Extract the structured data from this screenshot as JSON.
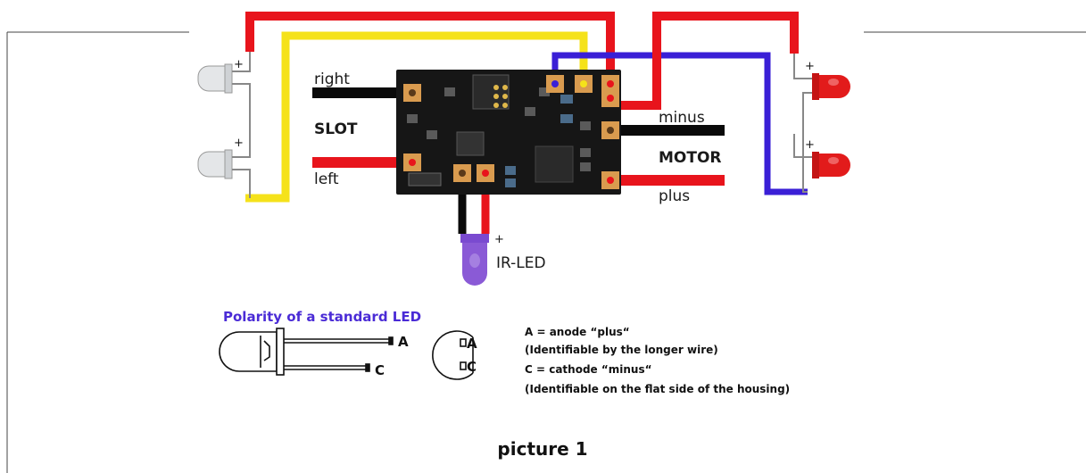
{
  "labels": {
    "right": "right",
    "slot": "SLOT",
    "left": "left",
    "minus": "minus",
    "motor": "MOTOR",
    "plus": "plus",
    "ir_led": "IR-LED",
    "plus_sign": "+"
  },
  "polarity": {
    "title": "Polarity of a standard LED",
    "anode_letter": "A",
    "cathode_letter": "C",
    "anode_text": "A = anode “plus“",
    "anode_note": "(Identifiable by the longer wire)",
    "cathode_text": "C = cathode “minus“",
    "cathode_note": "(Identifiable on the flat side of the housing)"
  },
  "caption": "picture 1",
  "colors": {
    "wire_red": "#e8141c",
    "wire_yellow": "#f5e21a",
    "wire_blue": "#3a1fd6",
    "wire_black": "#0a0a0a",
    "pcb": "#161616",
    "led_red": "#e21b1b",
    "led_white": "#e4e6e8",
    "led_ir": "#8a5ad6",
    "title_blue": "#4a2bd6"
  }
}
